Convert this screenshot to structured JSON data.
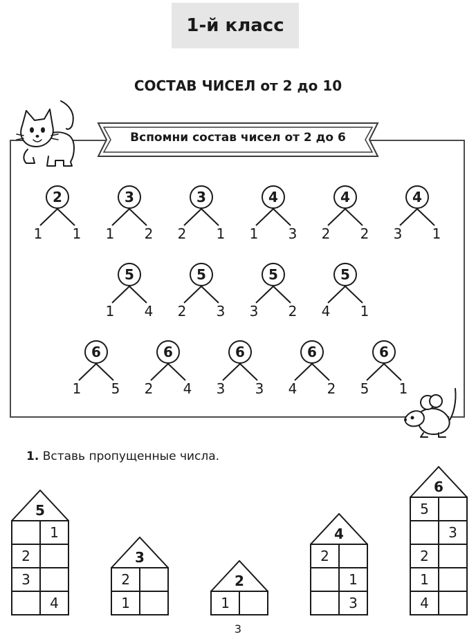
{
  "header": {
    "grade": "1-й класс"
  },
  "title": "СОСТАВ ЧИСЕЛ от 2 до 10",
  "banner": "Вспомни состав чисел от 2 до 6",
  "trees": [
    {
      "n": "2",
      "l": "1",
      "r": "1"
    },
    {
      "n": "3",
      "l": "1",
      "r": "2"
    },
    {
      "n": "3",
      "l": "2",
      "r": "1"
    },
    {
      "n": "4",
      "l": "1",
      "r": "3"
    },
    {
      "n": "4",
      "l": "2",
      "r": "2"
    },
    {
      "n": "4",
      "l": "3",
      "r": "1"
    },
    {
      "n": "5",
      "l": "1",
      "r": "4"
    },
    {
      "n": "5",
      "l": "2",
      "r": "3"
    },
    {
      "n": "5",
      "l": "3",
      "r": "2"
    },
    {
      "n": "5",
      "l": "4",
      "r": "1"
    },
    {
      "n": "6",
      "l": "1",
      "r": "5"
    },
    {
      "n": "6",
      "l": "2",
      "r": "4"
    },
    {
      "n": "6",
      "l": "3",
      "r": "3"
    },
    {
      "n": "6",
      "l": "4",
      "r": "2"
    },
    {
      "n": "6",
      "l": "5",
      "r": "1"
    }
  ],
  "task": {
    "number": "1.",
    "text": "Вставь пропущенные числа."
  },
  "houses": [
    {
      "roof": "5",
      "rows": [
        [
          "",
          "1"
        ],
        [
          "2",
          ""
        ],
        [
          "3",
          ""
        ],
        [
          "",
          "4"
        ]
      ]
    },
    {
      "roof": "3",
      "rows": [
        [
          "2",
          ""
        ],
        [
          "1",
          ""
        ]
      ]
    },
    {
      "roof": "2",
      "rows": [
        [
          "1",
          ""
        ]
      ]
    },
    {
      "roof": "4",
      "rows": [
        [
          "2",
          ""
        ],
        [
          "",
          "1"
        ],
        [
          "",
          "3"
        ]
      ]
    },
    {
      "roof": "6",
      "rows": [
        [
          "5",
          ""
        ],
        [
          "",
          "3"
        ],
        [
          "2",
          ""
        ],
        [
          "1",
          ""
        ],
        [
          "4",
          ""
        ]
      ]
    }
  ],
  "page_number": "3"
}
